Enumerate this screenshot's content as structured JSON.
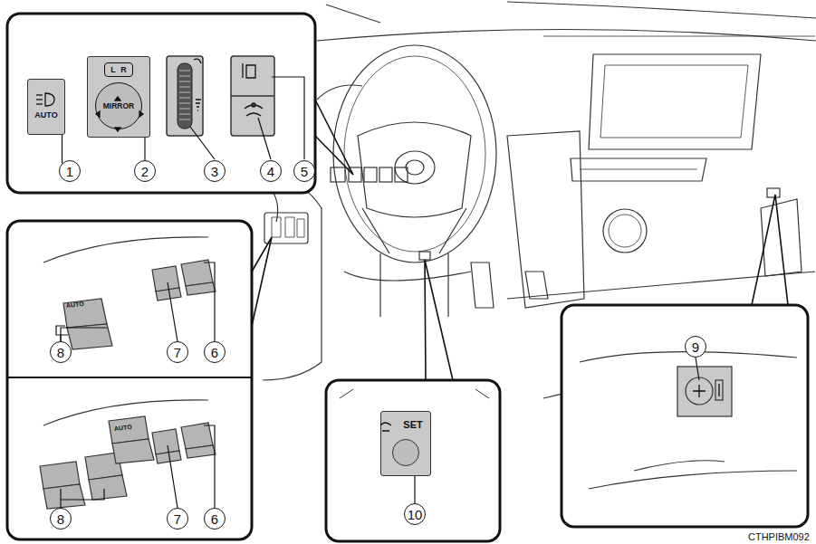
{
  "diagram": {
    "nodes": [
      {
        "text": [
          "AUTO"
        ]
      },
      {
        "text": [
          "L R",
          "MIRROR"
        ]
      },
      {
        "text": [
          "1"
        ]
      },
      {
        "text": [
          "2"
        ]
      },
      {
        "text": [
          "3"
        ]
      },
      {
        "text": [
          "4"
        ]
      },
      {
        "text": [
          "5"
        ]
      },
      {
        "text": [
          "8"
        ]
      },
      {
        "text": [
          "7"
        ]
      },
      {
        "text": [
          "6"
        ]
      },
      {
        "text": [
          "9"
        ]
      },
      {
        "text": [
          "8"
        ]
      },
      {
        "text": [
          "7"
        ]
      },
      {
        "text": [
          "6"
        ]
      },
      {
        "text": [
          "SET"
        ]
      },
      {
        "text": [
          "10"
        ]
      }
    ],
    "edges": [
      {
        "from": 2,
        "to": 0,
        "arrow": "none"
      },
      {
        "from": 3,
        "to": 1,
        "arrow": "none"
      },
      {
        "from": 15,
        "to": 14,
        "arrow": "none"
      }
    ],
    "labels": [
      "AUTO",
      "AUTO",
      "CTHPIBM092"
    ]
  }
}
